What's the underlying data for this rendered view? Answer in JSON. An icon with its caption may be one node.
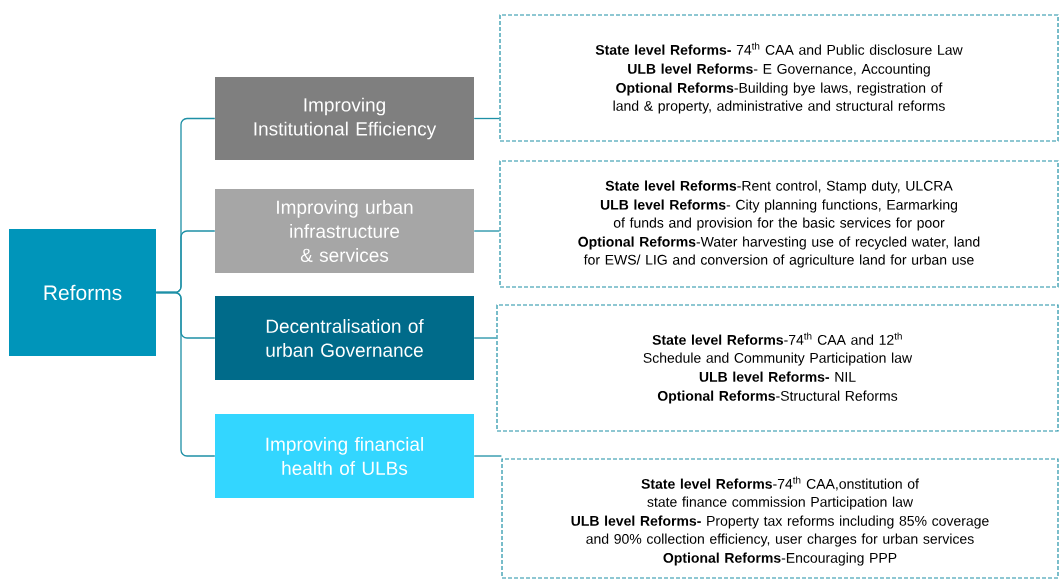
{
  "diagram": {
    "nodes": [
      {
        "text": [
          "Reforms"
        ]
      },
      {
        "text": [
          "Improving Institutional Efficiency"
        ]
      },
      {
        "text": [
          "Improving urban infrastructure & services"
        ]
      },
      {
        "text": [
          "Decentralisation of urban Governance"
        ]
      },
      {
        "text": [
          "Improving financial health of ULBs"
        ]
      },
      {
        "text": [
          "**State level Reforms-** 74$^{th}$ CAA and Public disclosure Law",
          "**ULB level Reforms**- E Governance, Accounting",
          "**Optional Reforms**-Building bye laws, registration of land & property, administrative and structural reforms"
        ]
      },
      {
        "text": [
          "**State level Reforms**-Rent control, Stamp duty, ULCRA",
          "**ULB level Reforms**- City planning functions, Earmarking of funds and provision for the basic services for poor",
          "**Optional Reforms**-Water harvesting use of recycled water, land for EWS/ LIG and conversion of agriculture land for urban use"
        ]
      },
      {
        "text": [
          "**State level Reforms**-74$^{th}$ CAA and 12$^{th}$ Schedule and Community Participation law",
          "**ULB level Reforms-** NIL",
          "**Optional Reforms**-Structural Reforms"
        ]
      },
      {
        "text": [
          "**State level Reforms**-74$^{th}$ CAA,onstitution of state finance commission Participation law",
          "**ULB level Reforms-** Property tax reforms including 85% coverage and 90% collection efficiency, user charges for urban services",
          "**Optional Reforms**-Encouraging PPP"
        ]
      }
    ],
    "edges": [
      {
        "from": 0,
        "to": 1,
        "arrow": "none"
      },
      {
        "from": 0,
        "to": 2,
        "arrow": "none"
      },
      {
        "from": 0,
        "to": 3,
        "arrow": "none"
      },
      {
        "from": 0,
        "to": 4,
        "arrow": "none"
      },
      {
        "from": 1,
        "to": 5,
        "arrow": "none"
      },
      {
        "from": 2,
        "to": 6,
        "arrow": "none"
      },
      {
        "from": 3,
        "to": 7,
        "arrow": "none"
      },
      {
        "from": 4,
        "to": 8,
        "arrow": "none"
      }
    ]
  }
}
